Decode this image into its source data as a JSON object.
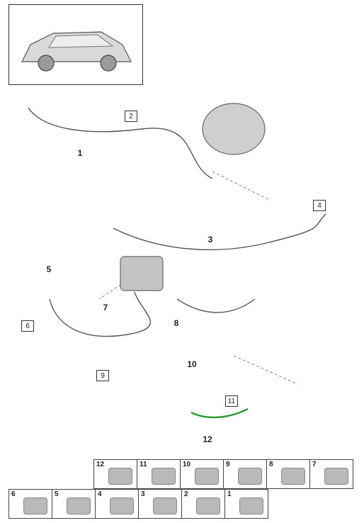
{
  "colors": {
    "line": "#555555",
    "part_fill": "#b9b9b9",
    "highlight": "#2e9e3a"
  },
  "thumbnail": {
    "icon": "vehicle-icon"
  },
  "callouts": {
    "c1": "1",
    "c2": "2",
    "c3": "3",
    "c4": "4",
    "c5": "5",
    "c6": "6",
    "c7": "7",
    "c8": "8",
    "c9": "9",
    "c10": "10",
    "c11": "11",
    "c12": "12"
  },
  "parts_index": {
    "top_row": [
      {
        "num": "12",
        "icon": "part-icon"
      },
      {
        "num": "11",
        "icon": "part-icon"
      },
      {
        "num": "10",
        "icon": "part-icon"
      },
      {
        "num": "9",
        "icon": "part-icon"
      },
      {
        "num": "8",
        "icon": "part-icon"
      },
      {
        "num": "7",
        "icon": "part-icon"
      }
    ],
    "bottom_row": [
      {
        "num": "6",
        "icon": "part-icon"
      },
      {
        "num": "5",
        "icon": "part-icon"
      },
      {
        "num": "4",
        "icon": "part-icon"
      },
      {
        "num": "3",
        "icon": "part-icon"
      },
      {
        "num": "2",
        "icon": "part-icon"
      },
      {
        "num": "1",
        "icon": "part-icon"
      }
    ]
  }
}
